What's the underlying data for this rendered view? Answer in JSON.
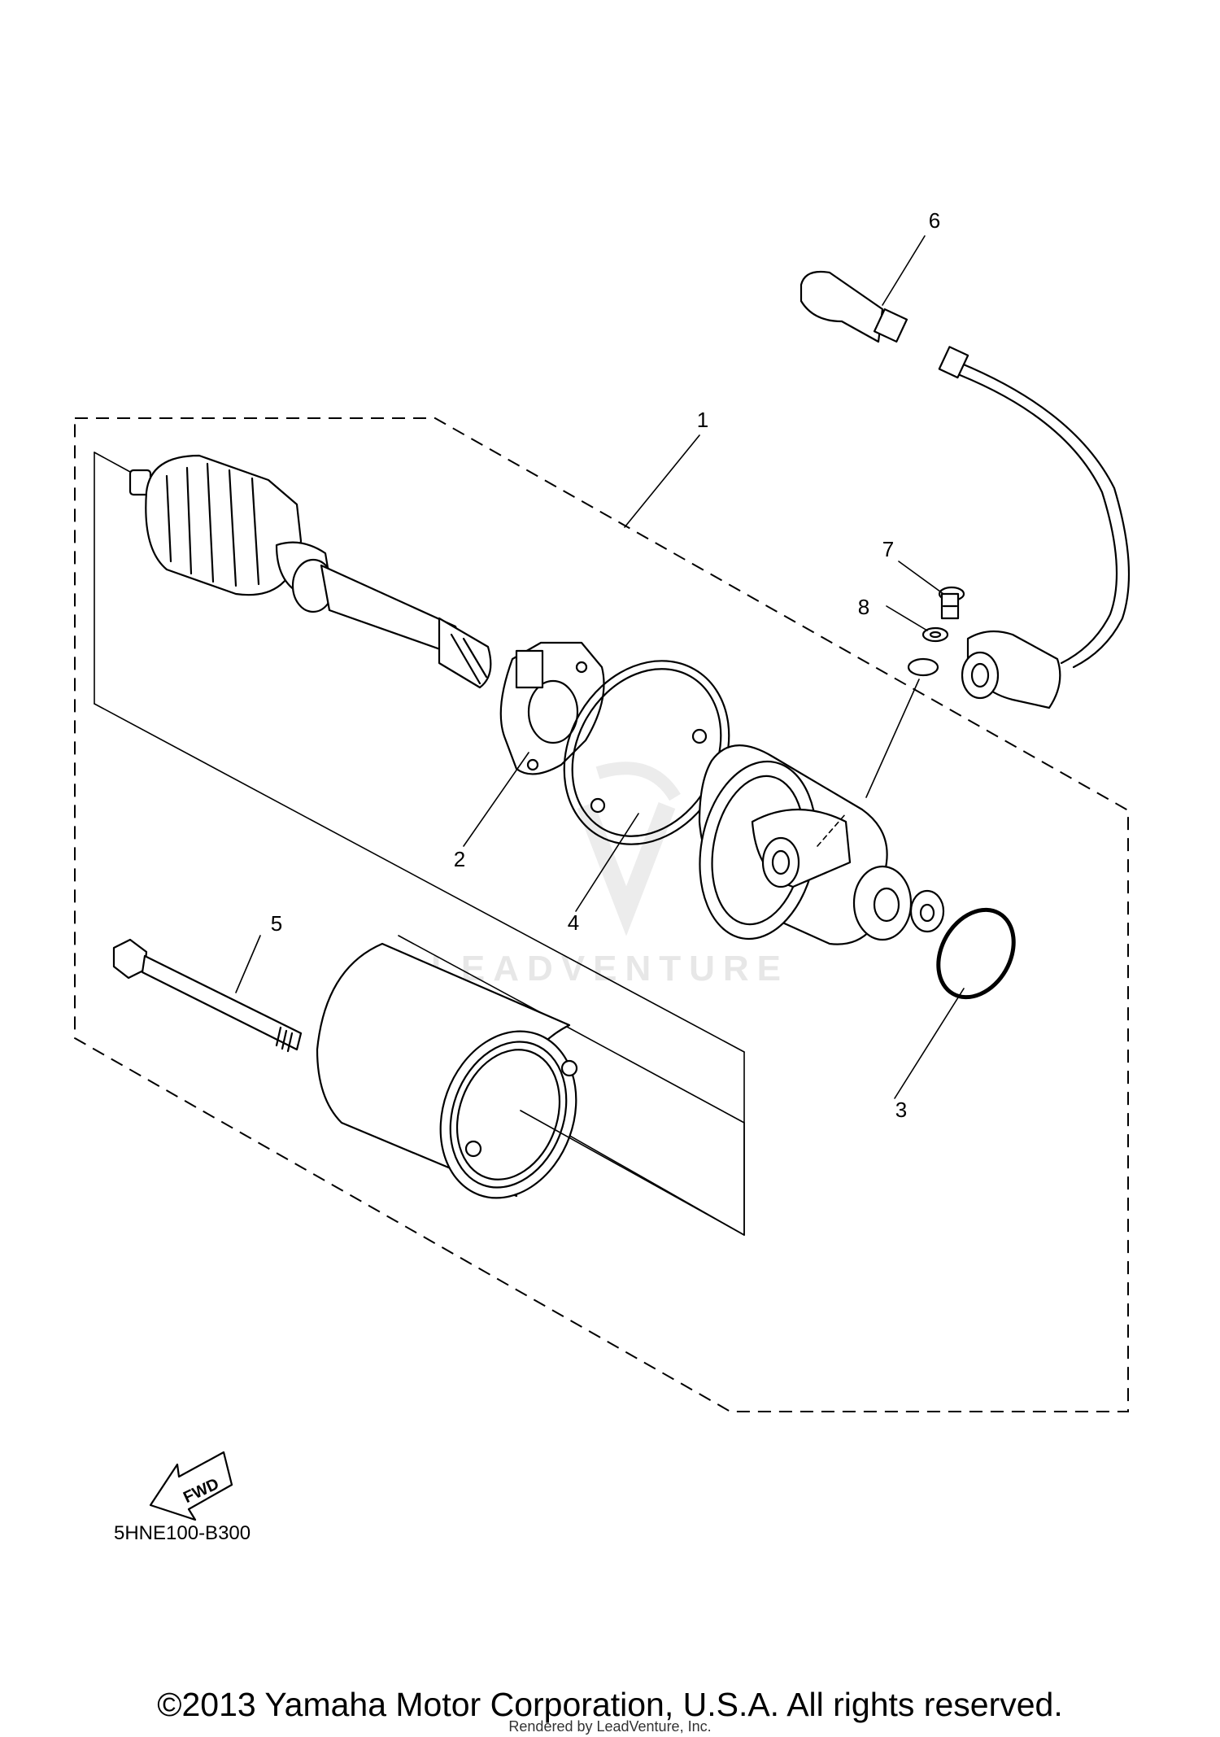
{
  "callouts": [
    {
      "id": "1",
      "part": "starter-motor-assembly"
    },
    {
      "id": "2",
      "part": "brush-holder-plate"
    },
    {
      "id": "3",
      "part": "o-ring"
    },
    {
      "id": "4",
      "part": "gasket"
    },
    {
      "id": "5",
      "part": "through-bolt"
    },
    {
      "id": "6",
      "part": "starter-cable"
    },
    {
      "id": "7",
      "part": "screw"
    },
    {
      "id": "8",
      "part": "lock-washer"
    }
  ],
  "fwd_label": "FWD",
  "diagram_code": "5HNE100-B300",
  "watermark": "LEADVENTURE",
  "copyright": "©2013 Yamaha Motor Corporation, U.S.A. All rights reserved.",
  "rendered_by": "Rendered by LeadVenture, Inc.",
  "colors": {
    "line": "#000000",
    "background": "#ffffff",
    "watermark": "#e7e7e7"
  }
}
